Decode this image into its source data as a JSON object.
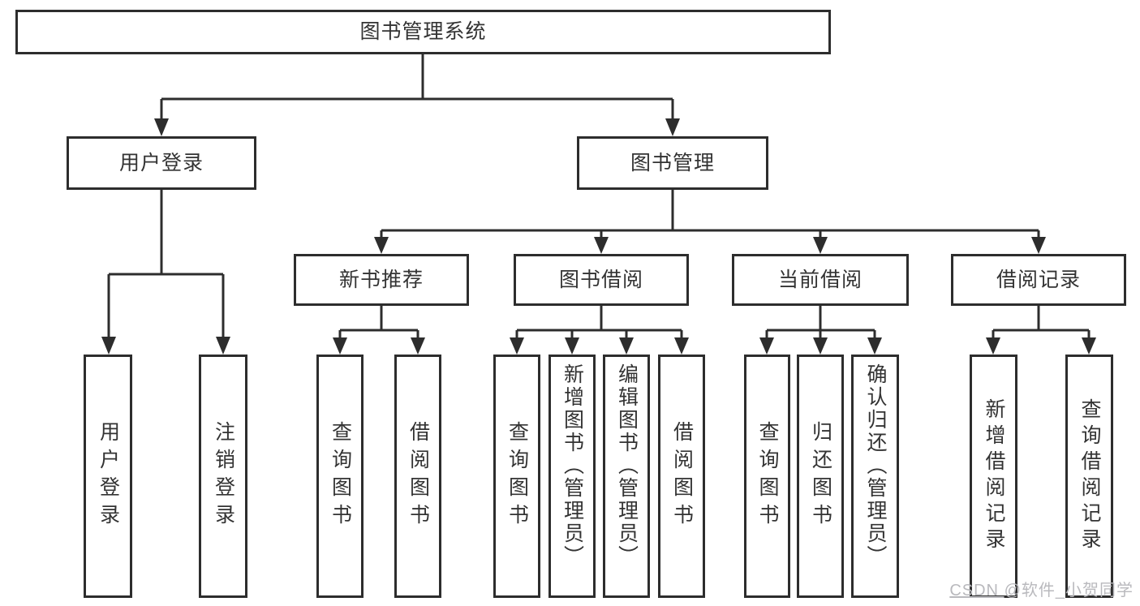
{
  "diagram": {
    "root": "图书管理系统",
    "level2": {
      "user_login": "用户登录",
      "book_mgmt": "图书管理"
    },
    "level3": {
      "new_book": "新书推荐",
      "book_borrow": "图书借阅",
      "current_borrow": "当前借阅",
      "borrow_record": "借阅记录"
    },
    "leaves": {
      "user_login": [
        "用户登录",
        "注销登录"
      ],
      "new_book": [
        "查询图书",
        "借阅图书"
      ],
      "book_borrow": [
        "查询图书",
        "新增图书（管理员）",
        "编辑图书（管理员）",
        "借阅图书"
      ],
      "current_borrow": [
        "查询图书",
        "归还图书",
        "确认归还（管理员）"
      ],
      "borrow_record": [
        "新增借阅记录",
        "查询借阅记录"
      ]
    }
  },
  "watermark": {
    "prefix": "CSDN ",
    "handle": "@软件_小贺同学"
  },
  "colors": {
    "line": "#2d2d2d",
    "text": "#333333",
    "watermark": "#b9b9bd",
    "background": "#ffffff"
  }
}
